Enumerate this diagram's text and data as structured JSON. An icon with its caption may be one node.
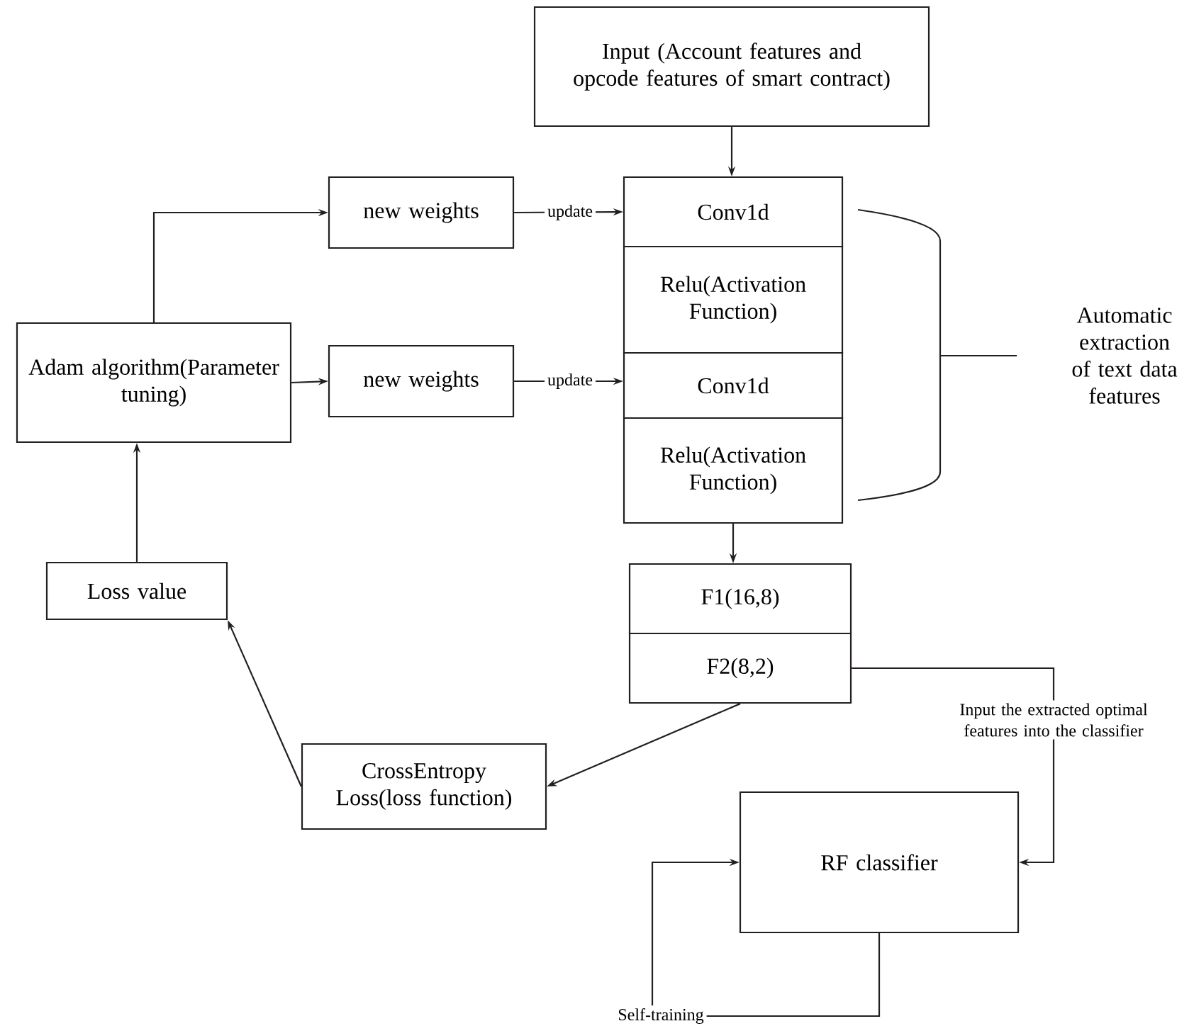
{
  "diagram": {
    "nodes": [
      {
        "text": [
          "Input (Account features and opcode features of smart contract)"
        ]
      },
      {
        "text": [
          "new weights"
        ]
      },
      {
        "text": [
          "Conv1d"
        ]
      },
      {
        "text": [
          "Relu(Activation Function)"
        ]
      },
      {
        "text": [
          "Adam algorithm(Parameter tuning)"
        ]
      },
      {
        "text": [
          "new weights"
        ]
      },
      {
        "text": [
          "Conv1d"
        ]
      },
      {
        "text": [
          "Relu(Activation Function)"
        ]
      },
      {
        "text": [
          "Loss value"
        ]
      },
      {
        "text": [
          "F1(16,8)"
        ]
      },
      {
        "text": [
          "F2(8,2)"
        ]
      },
      {
        "text": [
          "CrossEntropy Loss(loss function)"
        ]
      },
      {
        "text": [
          "RF classifier"
        ]
      }
    ],
    "edges": [
      {
        "from": 0,
        "to": 2,
        "arrow": "to"
      },
      {
        "from": 4,
        "to": 1,
        "arrow": "to"
      },
      {
        "from": 1,
        "to": 2,
        "arrow": "to",
        "label": "update"
      },
      {
        "from": 4,
        "to": 5,
        "arrow": "to"
      },
      {
        "from": 5,
        "to": 6,
        "arrow": "to",
        "label": "update"
      },
      {
        "from": 7,
        "to": 9,
        "arrow": "to"
      },
      {
        "from": 10,
        "to": 11,
        "arrow": "to"
      },
      {
        "from": 11,
        "to": 8,
        "arrow": "to"
      },
      {
        "from": 8,
        "to": 4,
        "arrow": "to"
      },
      {
        "from": 10,
        "to": 12,
        "arrow": "to",
        "label": "Input the extracted optimal features into the classifier"
      },
      {
        "from": 12,
        "to": 12,
        "arrow": "to",
        "label": "Self-training"
      }
    ],
    "labels": [
      "Automatic extraction of text data features"
    ]
  }
}
